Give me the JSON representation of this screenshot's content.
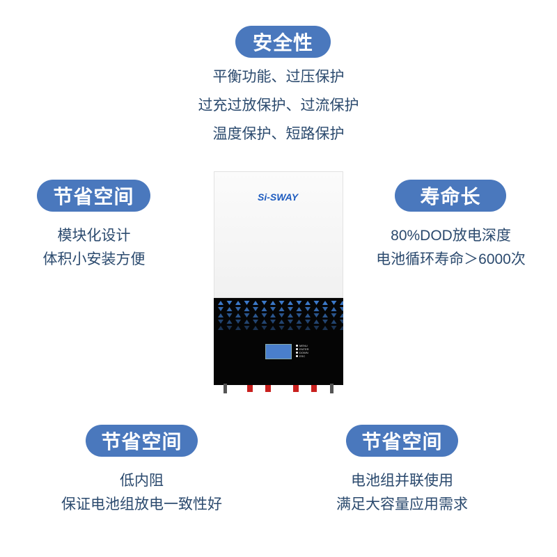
{
  "sections": {
    "top": {
      "badge": "安全性",
      "lines": [
        "平衡功能、过压保护",
        "过充过放保护、过流保护",
        "温度保护、短路保护"
      ]
    },
    "left": {
      "badge": "节省空间",
      "lines": [
        "模块化设计",
        "体积小安装方便"
      ]
    },
    "right": {
      "badge": "寿命长",
      "lines": [
        "80%DOD放电深度",
        "电池循环寿命＞6000次"
      ]
    },
    "bottom_left": {
      "badge": "节省空间",
      "lines": [
        "低内阻",
        "保证电池组放电一致性好"
      ]
    },
    "bottom_right": {
      "badge": "节省空间",
      "lines": [
        "电池组并联使用",
        "满足大容量应用需求"
      ]
    }
  },
  "device": {
    "logo": "Si-SWAY",
    "keys": [
      "MENU",
      "ENTER",
      "DOWN",
      "ESC"
    ]
  },
  "colors": {
    "badge": "#4a78bd",
    "text": "#2b4a6e",
    "device_accent": "#3b78c8"
  }
}
